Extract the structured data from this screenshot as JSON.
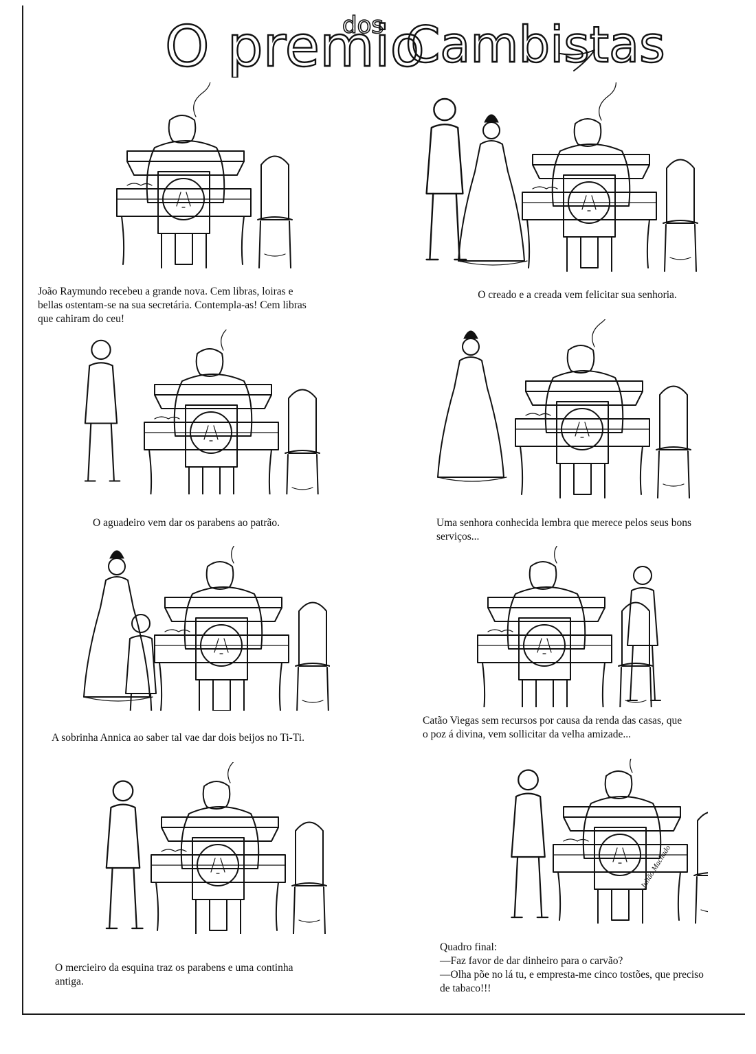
{
  "title": {
    "part1": "O premio",
    "part2": "dos",
    "part3": "Cambistas"
  },
  "panels": [
    {
      "id": 1,
      "caption": [
        "João Raymundo recebeu a grande nova. Cem libras, loiras e",
        "bellas ostentam-se na sua secretária. Contempla-as! Cem libras",
        "que cahiram do ceu!"
      ]
    },
    {
      "id": 2,
      "caption": [
        "O creado e a creada vem felicitar sua senhoria."
      ]
    },
    {
      "id": 3,
      "caption": [
        "O aguadeiro vem dar os parabens ao patrão."
      ]
    },
    {
      "id": 4,
      "caption": [
        "Uma senhora conhecida lembra que merece pelos seus bons",
        "serviços..."
      ]
    },
    {
      "id": 5,
      "caption": [
        "A sobrinha Annica ao saber tal vae dar dois beijos no Ti-Ti."
      ]
    },
    {
      "id": 6,
      "caption": [
        "Catão Viegas sem recursos por causa da renda das casas, que",
        "o poz á divina, vem sollicitar da velha amizade..."
      ]
    },
    {
      "id": 7,
      "caption": [
        "O mercieiro da esquina traz os parabens e uma continha",
        "antiga."
      ]
    },
    {
      "id": 8,
      "caption": [
        "Quadro final:",
        "—Faz favor de dar dinheiro para o carvão?",
        "—Olha põe no lá tu, e empresta-me cinco tostões, que preciso",
        "de tabaco!!!"
      ]
    }
  ],
  "signature": "Julião Machado"
}
